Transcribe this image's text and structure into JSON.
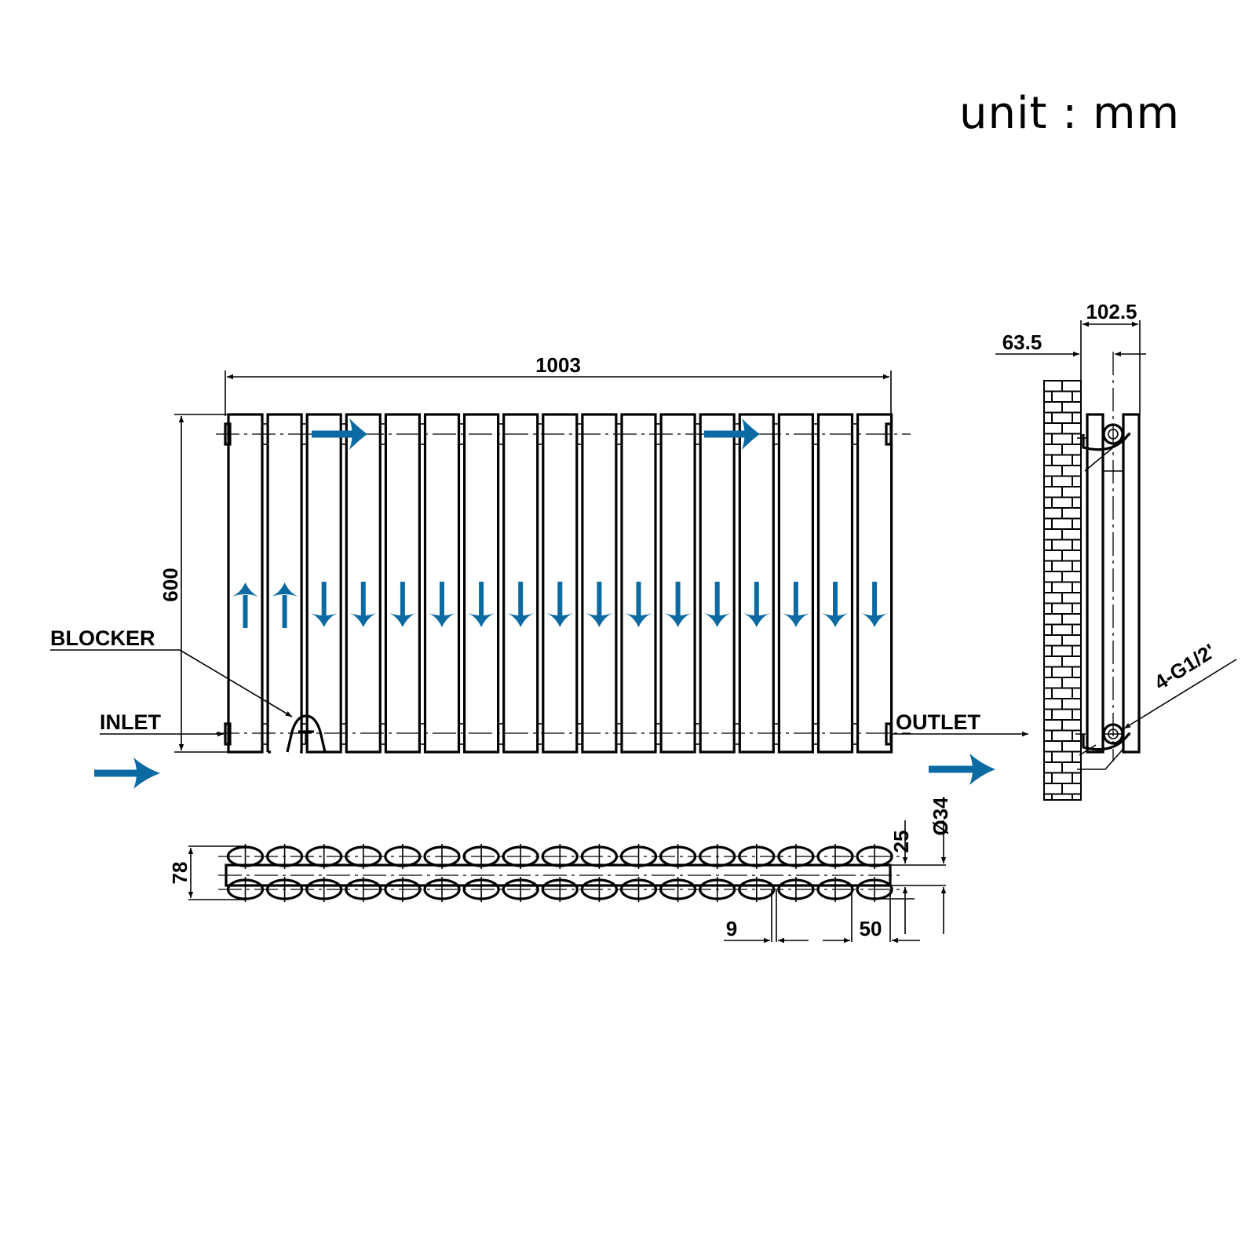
{
  "unit_label": "unit : mm",
  "flow_color": "#0a6aa1",
  "dimensions": {
    "overall_width": "1003",
    "overall_height": "600",
    "depth": "78",
    "column_depth_offset": "25",
    "pipe_diameter": "Ø34",
    "column_gap": "9",
    "column_pitch": "50",
    "wall_to_pipe": "63.5",
    "wall_to_front": "102.5"
  },
  "labels": {
    "blocker": "BLOCKER",
    "inlet": "INLET",
    "outlet": "OUTLET",
    "connection": "4-G1/2'"
  },
  "columns": {
    "count": 17,
    "flow": [
      "up",
      "up",
      "down",
      "down",
      "down",
      "down",
      "down",
      "down",
      "down",
      "down",
      "down",
      "down",
      "down",
      "down",
      "down",
      "down",
      "down"
    ]
  }
}
